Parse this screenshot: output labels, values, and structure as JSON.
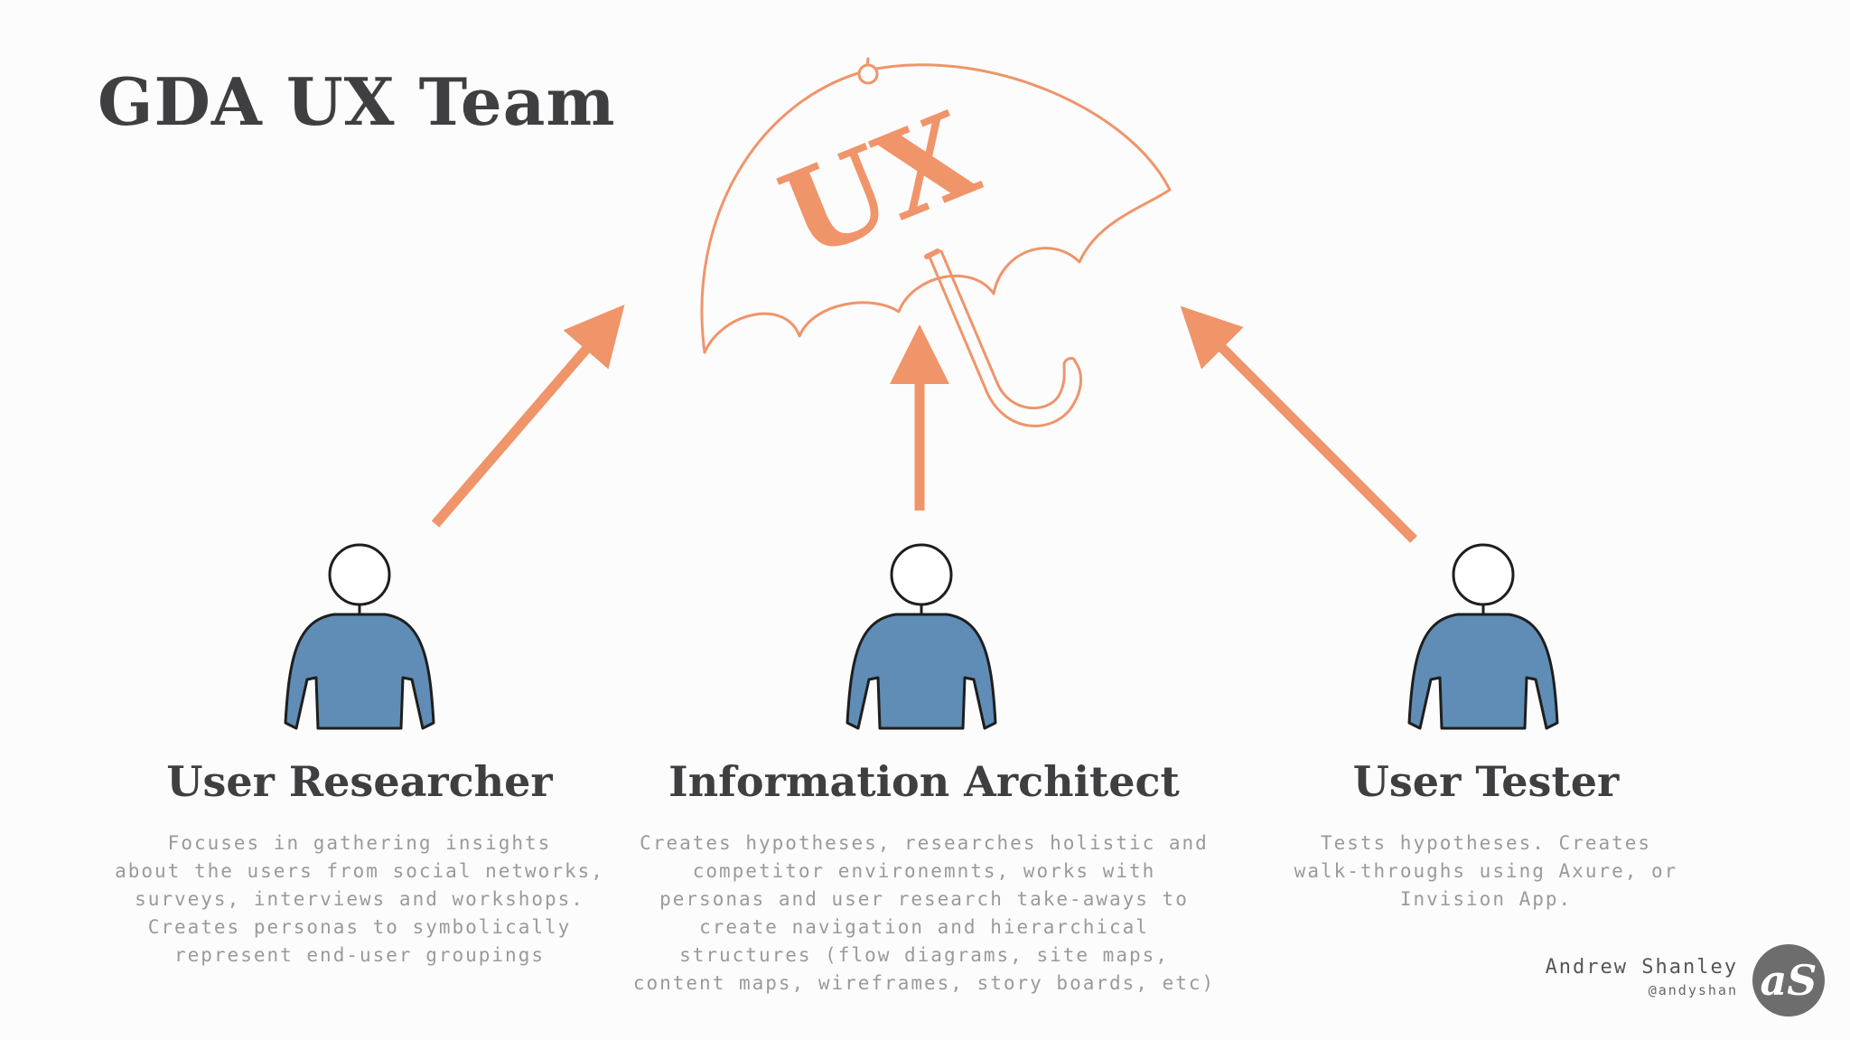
{
  "title": "GDA UX Team",
  "umbrella_label": "UX",
  "roles": [
    {
      "name": "User Researcher",
      "lines": [
        "Focuses in gathering insights",
        "about the users from social networks,",
        "surveys, interviews and workshops.",
        "Creates personas to symbolically",
        "represent end-user groupings"
      ]
    },
    {
      "name": "Information Architect",
      "lines": [
        "Creates hypotheses, researches holistic and",
        "competitor environemnts, works with",
        "personas and user research take-aways to",
        "create navigation and hierarchical",
        "structures (flow diagrams, site maps,",
        "content maps, wireframes, story boards, etc)"
      ]
    },
    {
      "name": "User Tester",
      "lines": [
        "Tests hypotheses. Creates",
        "walk-throughs using Axure, or",
        "Invision App."
      ]
    }
  ],
  "credit": {
    "name": "Andrew Shanley",
    "handle": "@andyshan",
    "logo_text": "aS"
  },
  "colors": {
    "accent": "#f0946a",
    "shirt": "#5f8db5",
    "text_dark": "#3f3f41",
    "text_muted": "#9a9a9a"
  }
}
